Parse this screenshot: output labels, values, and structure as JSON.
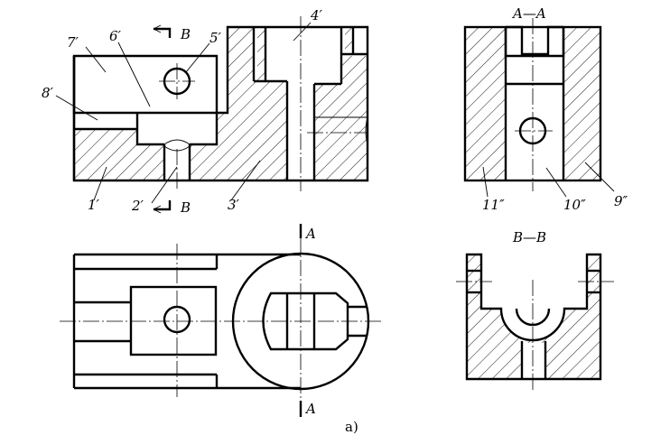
{
  "front_view_labels": {
    "l1": "1′",
    "l2": "2′",
    "l3": "3′",
    "l4": "4′",
    "l5": "5′",
    "l6": "6′",
    "l7": "7′",
    "l8": "8′"
  },
  "section_marks": {
    "b_top": "B",
    "b_bottom": "B",
    "a_top": "A",
    "a_bottom": "A"
  },
  "section_titles": {
    "aa": "A—A",
    "bb": "B—B"
  },
  "side_view_labels": {
    "l9": "9″",
    "l10": "10″",
    "l11": "11″"
  },
  "caption": "a)"
}
